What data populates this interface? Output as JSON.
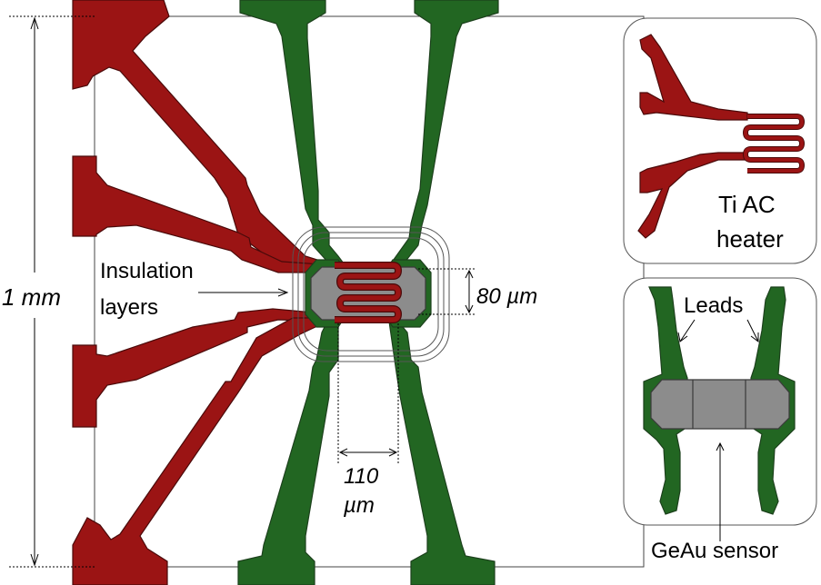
{
  "labels": {
    "one_mm": "1 mm",
    "insulation_line1": "Insulation",
    "insulation_line2": "layers",
    "dim_80": "80 µm",
    "dim_110_line1": "110",
    "dim_110_line2": "µm",
    "heater_line1": "Ti AC",
    "heater_line2": "heater",
    "leads": "Leads",
    "sensor": "GeAu sensor"
  },
  "colors": {
    "heater": "#9b1414",
    "leads": "#226622",
    "sensor": "#8c8c8c",
    "outline": "#3a3a3a"
  }
}
